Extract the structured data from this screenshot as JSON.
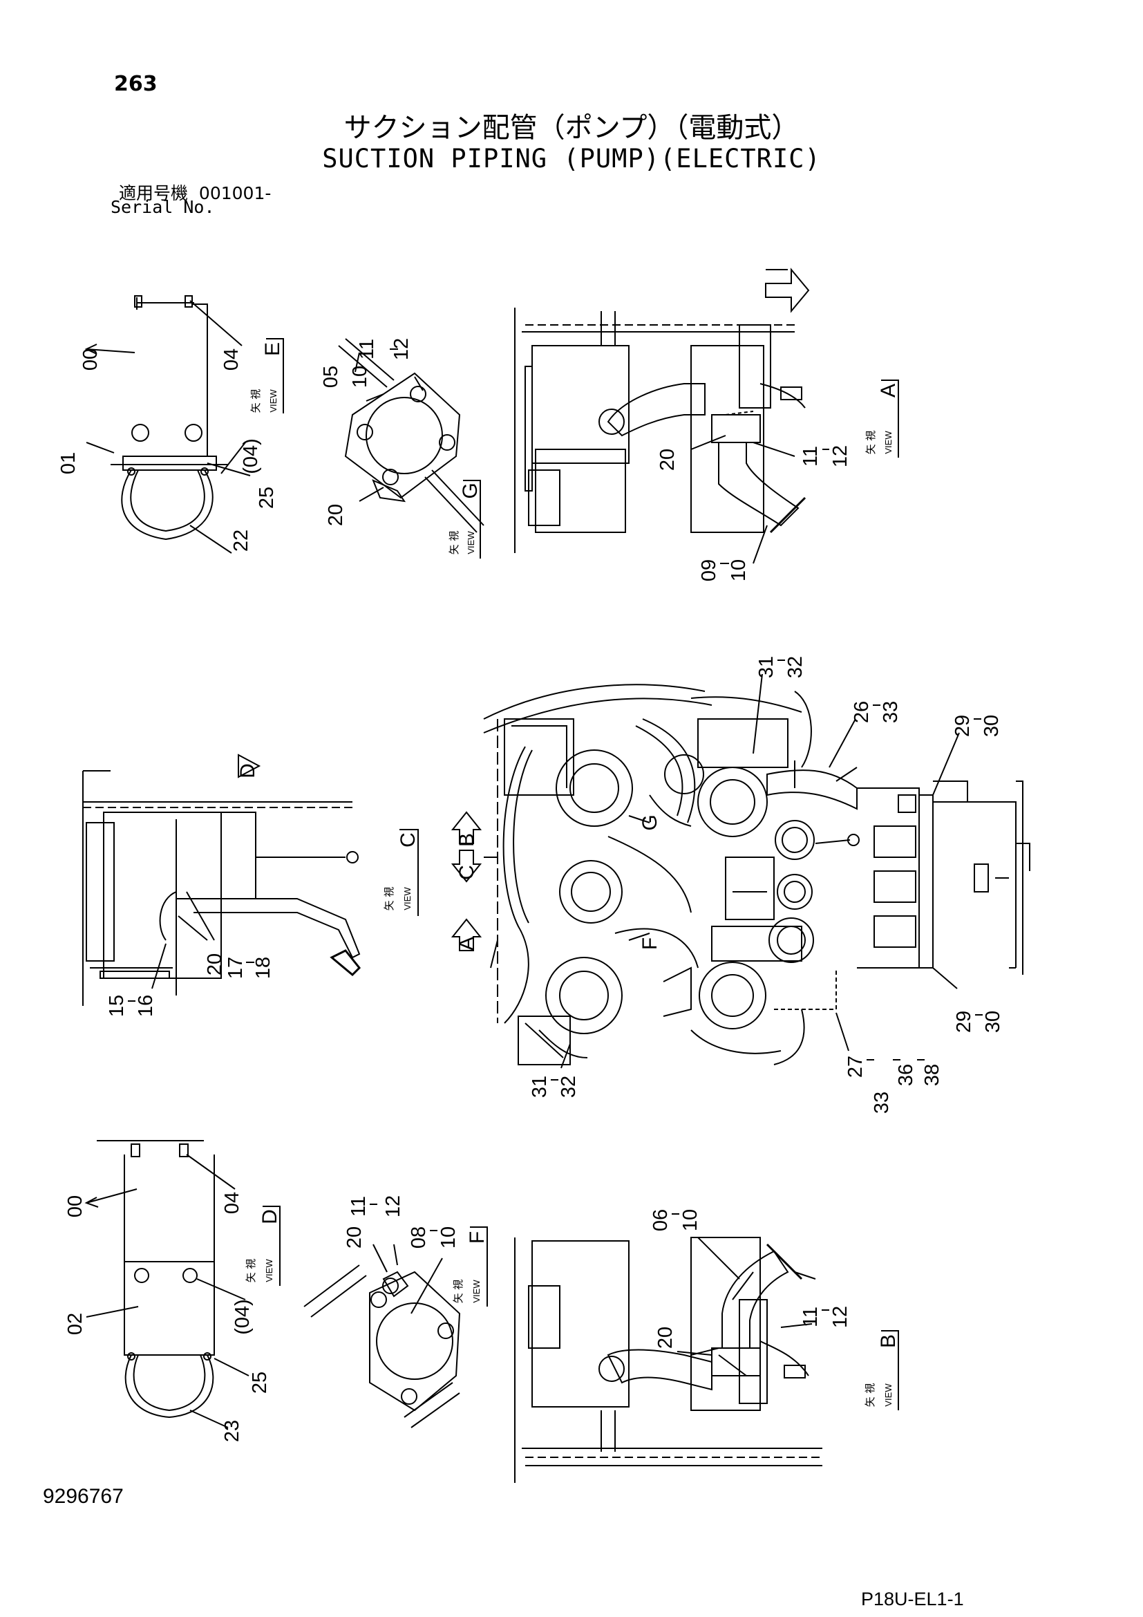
{
  "header": {
    "page_number": "263",
    "title_jp": "サクション配管（ポンプ）（電動式）",
    "title_en": "SUCTION PIPING (PUMP)(ELECTRIC)",
    "serial_label_jp": "適用号機",
    "serial_value": "001001-",
    "serial_label_en": "Serial No."
  },
  "footer": {
    "document_number": "9296767",
    "page_code": "P18U-EL1-1"
  },
  "view_marker": {
    "jp": "矢 視",
    "en": "VIEW"
  },
  "views": {
    "e": {
      "letter": "E",
      "callouts": [
        "00",
        "04",
        "01",
        "(04)",
        "25",
        "22"
      ]
    },
    "g": {
      "letter": "G",
      "callouts": [
        "05",
        "10",
        "11",
        "12",
        "20"
      ]
    },
    "a": {
      "letter": "A",
      "callouts": [
        "20",
        "11",
        "12",
        "09",
        "10"
      ]
    },
    "c": {
      "letter": "C",
      "callouts": [
        "20",
        "17",
        "18",
        "15",
        "16"
      ]
    },
    "main": {
      "arrows": [
        "D",
        "B",
        "C",
        "A",
        "G",
        "F"
      ],
      "callouts": [
        "31",
        "32",
        "26",
        "33",
        "29",
        "30",
        "29",
        "30",
        "27",
        "33",
        "36",
        "38",
        "31",
        "32"
      ]
    },
    "d": {
      "letter": "D",
      "callouts": [
        "00",
        "04",
        "02",
        "(04)",
        "25",
        "23"
      ]
    },
    "f": {
      "letter": "F",
      "callouts": [
        "20",
        "11",
        "12",
        "08",
        "10"
      ]
    },
    "b": {
      "letter": "B",
      "callouts": [
        "06",
        "10",
        "20",
        "11",
        "12"
      ]
    }
  }
}
